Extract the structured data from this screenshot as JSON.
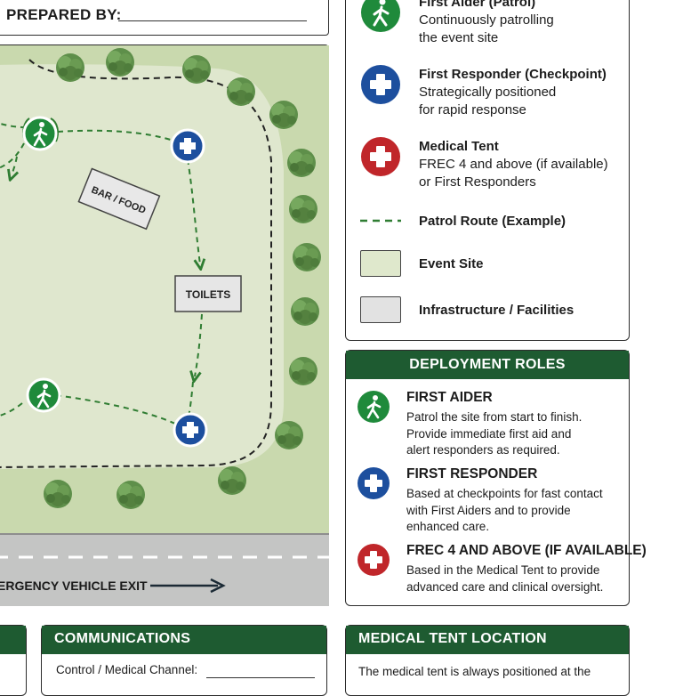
{
  "header": {
    "prepared_label": "PREPARED BY:"
  },
  "map": {
    "labels": {
      "bar_food": "BAR / FOOD",
      "toilets": "TOILETS",
      "exit": "ERGENCY VEHICLE EXIT"
    }
  },
  "legend": {
    "items": [
      {
        "icon": "walking-person-icon",
        "color": "#1f8a3b",
        "title": "First Aider (Patrol)",
        "lines": [
          "Continuously patrolling",
          "the event site"
        ]
      },
      {
        "icon": "cross-icon",
        "color": "#1d4f9e",
        "title": "First Responder (Checkpoint)",
        "lines": [
          "Strategically positioned",
          "for rapid response"
        ]
      },
      {
        "icon": "cross-icon",
        "color": "#c0262a",
        "title": "Medical Tent",
        "lines": [
          "FREC 4 and above (if available)",
          "or First Responders"
        ]
      }
    ],
    "patrol_route": "Patrol Route (Example)",
    "event_site": "Event Site",
    "infrastructure": "Infrastructure / Facilities",
    "colors": {
      "event_site": "#dfe8cc",
      "infrastructure": "#e2e2e2",
      "route": "#2f7d32"
    }
  },
  "roles": {
    "heading": "DEPLOYMENT ROLES",
    "items": [
      {
        "icon": "walking-person-icon",
        "color": "#1f8a3b",
        "title": "FIRST AIDER",
        "lines": [
          "Patrol the site from start to finish.",
          "Provide immediate first aid and",
          "alert responders as required."
        ]
      },
      {
        "icon": "cross-icon",
        "color": "#1d4f9e",
        "title": "FIRST RESPONDER",
        "lines": [
          "Based at checkpoints for fast contact",
          "with First Aiders and to provide",
          "enhanced care."
        ]
      },
      {
        "icon": "cross-icon",
        "color": "#c0262a",
        "title": "FREC 4 AND ABOVE (IF AVAILABLE)",
        "lines": [
          "Based in the Medical Tent to provide",
          "advanced care and clinical oversight."
        ]
      }
    ]
  },
  "communications": {
    "heading": "COMMUNICATIONS",
    "channel_label": "Control / Medical Channel:"
  },
  "medical_tent": {
    "heading": "MEDICAL TENT LOCATION",
    "text": "The medical tent is always positioned at the"
  },
  "brand_color": "#1e5b31"
}
